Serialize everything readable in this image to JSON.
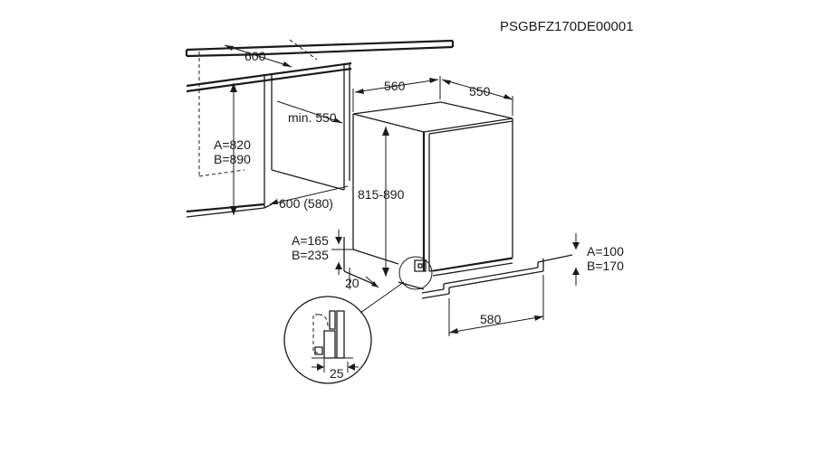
{
  "product_code": "PSGBFZ170DE00001",
  "labels": {
    "niche_width": "600",
    "niche_depth_min": "min. 550",
    "niche_height_a": "A=820",
    "niche_height_b": "B=890",
    "niche_opening_depth": "600 (580)",
    "appliance_depth": "560",
    "appliance_width": "550",
    "appliance_height": "815-890",
    "plinth_left_a": "A=165",
    "plinth_left_b": "B=235",
    "door_offset": "20",
    "plinth_right_a": "A=100",
    "plinth_right_b": "B=170",
    "plinth_width": "580",
    "detail_gap": "25"
  }
}
